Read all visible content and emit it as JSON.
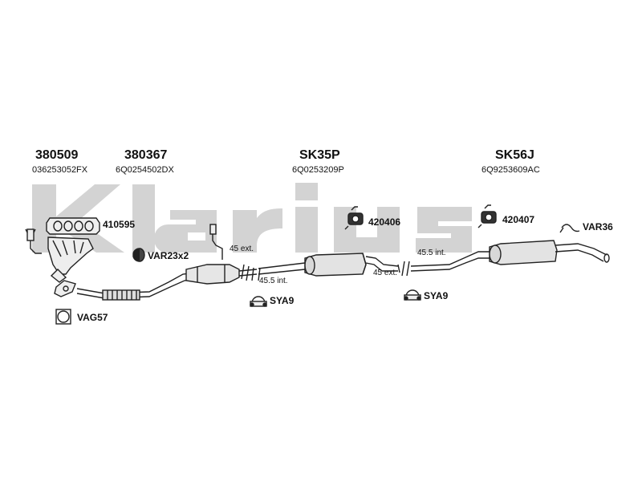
{
  "watermark": {
    "text": "Klarius",
    "color": "#cfcfcf"
  },
  "groups": [
    {
      "code": "380509",
      "ref": "036253052FX"
    },
    {
      "code": "380367",
      "ref": "6Q0254502DX"
    },
    {
      "code": "SK35P",
      "ref": "6Q0253209P"
    },
    {
      "code": "SK56J",
      "ref": "6Q9253609AC"
    }
  ],
  "parts": {
    "p410595": "410595",
    "var23x2": "VAR23x2",
    "vag57": "VAG57",
    "p420406": "420406",
    "p420407": "420407",
    "var36": "VAR36",
    "sya9_a": "SYA9",
    "sya9_b": "SYA9"
  },
  "measurements": {
    "m1": "45 ext.",
    "m2": "45.5 int.",
    "m3": "45.5 int.",
    "m4": "45 ext."
  },
  "colors": {
    "line": "#222222",
    "part_fill": "#e6e6e6",
    "watermark": "#cfcfcf"
  },
  "icons": [
    "manifold-gasket-icon",
    "exhaust-manifold-icon",
    "o2-sensor-icon",
    "gasket-ring-icon",
    "rubber-mount-icon",
    "flange-gasket-icon",
    "catalytic-converter-icon",
    "centre-silencer-icon",
    "rear-silencer-icon",
    "hanger-bracket-icon",
    "clamp-icon",
    "pipe-hook-icon"
  ]
}
